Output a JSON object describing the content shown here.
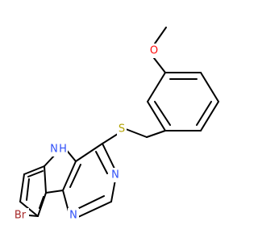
{
  "molecule": {
    "atoms": {
      "O": {
        "text": "O",
        "color": "#ff0d0d"
      },
      "S": {
        "text": "S",
        "color": "#b2a200"
      },
      "NH": {
        "text": "H",
        "text_n": "N",
        "color": "#3050f8"
      },
      "N_right": {
        "text": "N",
        "color": "#3050f8"
      },
      "N_bottom": {
        "text": "N",
        "color": "#3050f8"
      },
      "Br": {
        "text": "Br",
        "color": "#a62929"
      }
    }
  }
}
